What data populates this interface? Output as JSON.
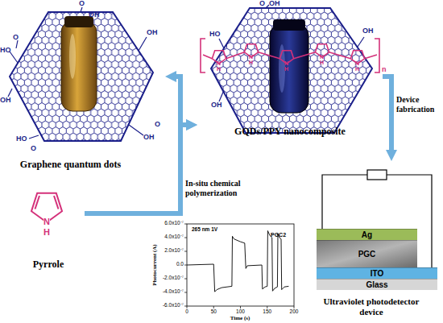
{
  "diagram": {
    "nodes": [
      {
        "text": [
          "Graphene quantum dots"
        ]
      },
      {
        "text": [
          "Pyrrole"
        ]
      },
      {
        "text": [
          "GQDs/PPY nanocomposite"
        ]
      },
      {
        "text": [
          "Ultraviolet photodetector device"
        ]
      },
      {
        "text": [
          "Ag"
        ],
        "in": 3
      },
      {
        "text": [
          "PGC"
        ],
        "in": 3
      },
      {
        "text": [
          "ITO"
        ],
        "in": 3
      },
      {
        "text": [
          "Glass"
        ],
        "in": 3
      }
    ],
    "edges": [
      {
        "from": 0,
        "to": 2,
        "arrow": "both"
      },
      {
        "from": 1,
        "to": 2,
        "label": "In-situ chemical polymerization",
        "arrow": "to"
      },
      {
        "from": 2,
        "to": 3,
        "label": "Device fabrication",
        "arrow": "to"
      }
    ],
    "labels": [
      "O",
      "OH",
      "HO",
      "O",
      "OH",
      "HO",
      "O",
      "OH",
      "O",
      "OH",
      "O",
      "OH",
      "HO",
      "OH",
      "OH",
      "N",
      "H",
      "N",
      "H",
      "N",
      "H",
      "N",
      "H",
      "N",
      "H",
      "n",
      "N",
      "H",
      "265 nm 1V",
      "PGC2",
      "6.0x10⁻⁷",
      "4.0x10⁻⁷",
      "2.0x10⁻⁷",
      "0.0",
      "-2.0x10⁻⁷",
      "-4.0x10⁻⁷",
      "-6.0x10⁻⁷",
      "0",
      "50",
      "100",
      "150",
      "200",
      "Photocurrent (A)",
      "Time (s)"
    ]
  }
}
